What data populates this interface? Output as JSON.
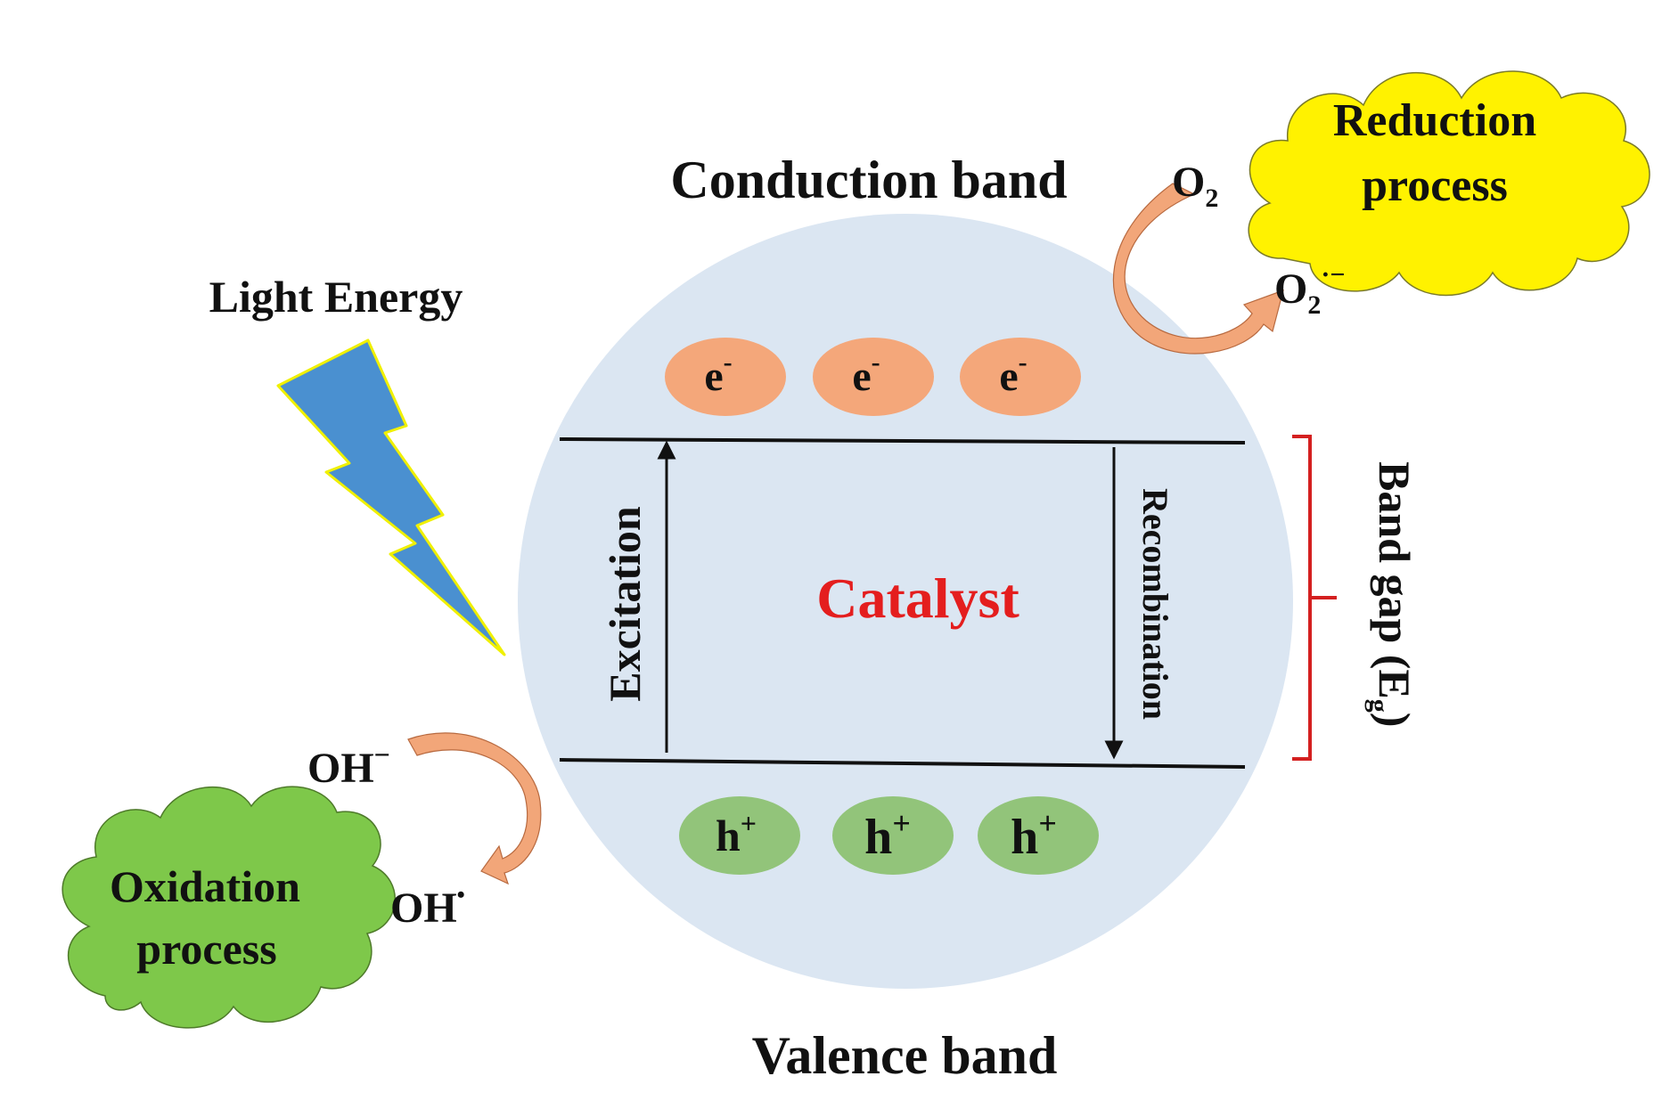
{
  "labels": {
    "conduction_band": "Conduction band",
    "valence_band": "Valence band",
    "light_energy": "Light Energy",
    "catalyst": "Catalyst",
    "excitation": "Excitation",
    "recombination": "Recombination",
    "band_gap": "Band gap (E",
    "band_gap_sub": "g",
    "band_gap_close": ")",
    "reduction_line1": "Reduction",
    "reduction_line2": "process",
    "oxidation_line1": "Oxidation",
    "oxidation_line2": "process"
  },
  "species": {
    "o2": "O",
    "o2_sub": "2",
    "superoxide": "O",
    "superoxide_sub": "2",
    "superoxide_sup": "·−",
    "hydroxide": "OH",
    "hydroxide_sup": "−",
    "hydroxyl_radical": "OH",
    "hydroxyl_radical_sup": "•"
  },
  "carriers": {
    "electrons": [
      {
        "symbol": "e",
        "charge": "-"
      },
      {
        "symbol": "e",
        "charge": "-"
      },
      {
        "symbol": "e",
        "charge": "-"
      }
    ],
    "holes": [
      {
        "symbol": "h",
        "charge": "+"
      },
      {
        "symbol": "h",
        "charge": "+"
      },
      {
        "symbol": "h",
        "charge": "+"
      }
    ]
  },
  "colors": {
    "catalyst_circle": "#dbe6f2",
    "catalyst_text": "#e41e1e",
    "electron_fill": "#f4a77a",
    "hole_fill": "#92c47a",
    "reduction_cloud": "#fff200",
    "oxidation_cloud": "#7ec84a",
    "lightning": "#4a90d0",
    "lightning_outline": "#f0f000",
    "reaction_arrow": "#f2a679",
    "band_gap_bracket": "#d42020"
  }
}
